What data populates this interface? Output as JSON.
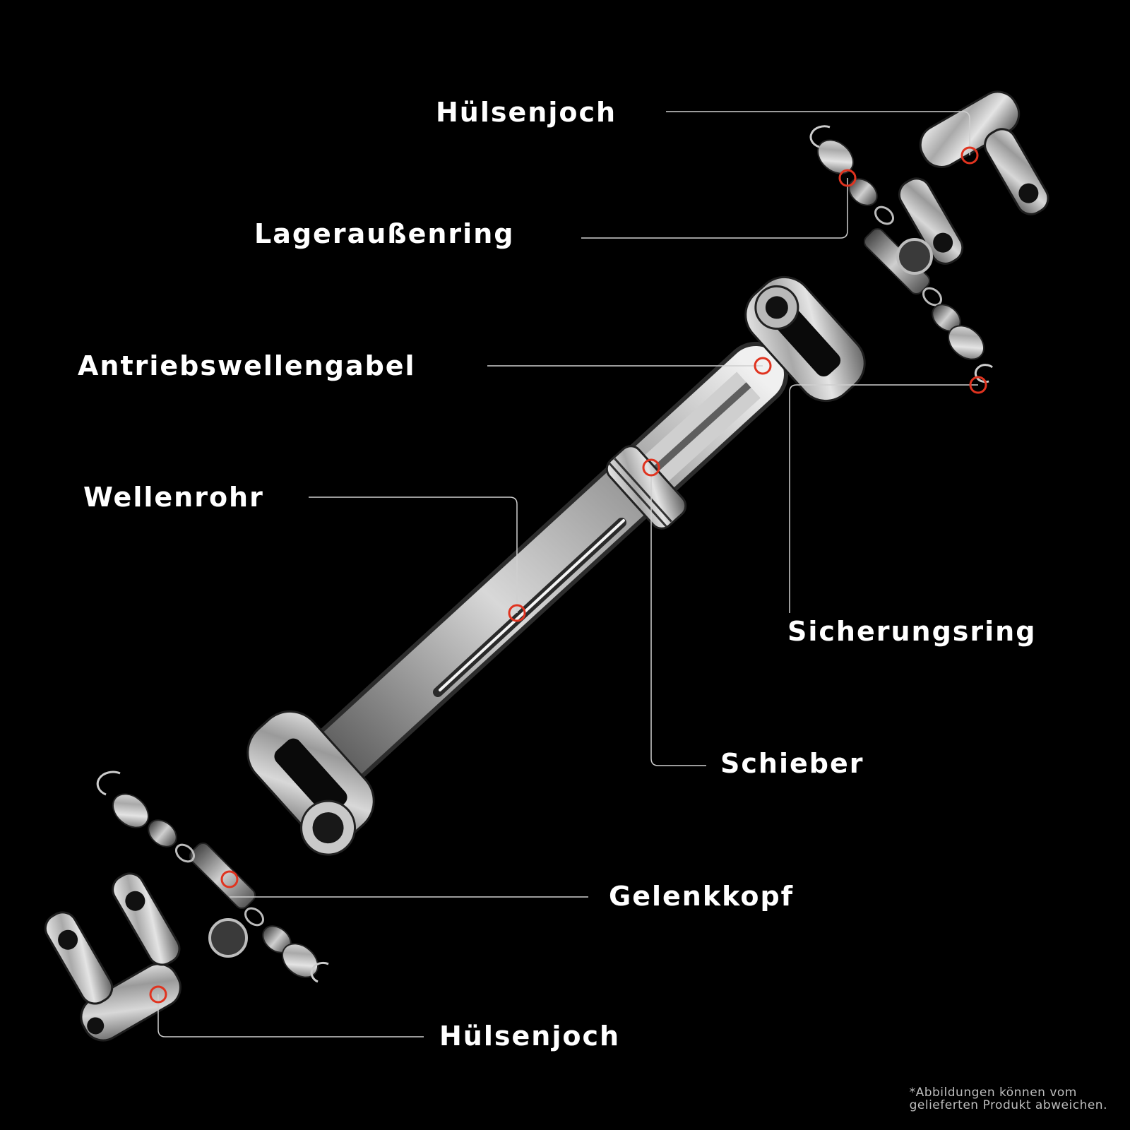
{
  "labels": {
    "huelsenjoch_top": "Hülsenjoch",
    "lageraussenring": "Lageraußenring",
    "antriebswellengabel": "Antriebswellengabel",
    "wellenrohr": "Wellenrohr",
    "sicherungsring": "Sicherungsring",
    "schieber": "Schieber",
    "gelenkkopf": "Gelenkkopf",
    "huelsenjoch_bottom": "Hülsenjoch"
  },
  "disclaimer": {
    "line1": "*Abbildungen können vom",
    "line2": "gelieferten Produkt abweichen."
  },
  "colors": {
    "background": "#000000",
    "text": "#ffffff",
    "leader_line": "#cfcfcf",
    "marker": "#e0331f",
    "metal_light": "#e8e8e8",
    "metal_dark": "#3a3a3a"
  }
}
